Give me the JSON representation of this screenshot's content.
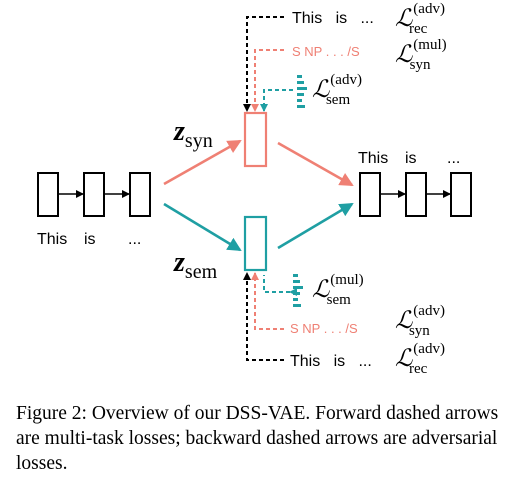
{
  "colors": {
    "syntax": "#ef8074",
    "semantic": "#1f9fa3",
    "ink": "#000000"
  },
  "input_words": [
    "This",
    "is",
    "..."
  ],
  "output_words": [
    "This",
    "is",
    "..."
  ],
  "latent": {
    "syn": {
      "symbol": "z",
      "subscript": "syn"
    },
    "sem": {
      "symbol": "z",
      "subscript": "sem"
    }
  },
  "losses": {
    "top_rec": {
      "text": "This   is   ...",
      "symbol": "ℒ",
      "sub": "rec",
      "sup": "(adv)"
    },
    "top_syn": {
      "text": "S NP . . . /S",
      "symbol": "ℒ",
      "sub": "syn",
      "sup": "(mul)"
    },
    "top_sem": {
      "symbol": "ℒ",
      "sub": "sem",
      "sup": "(adv)"
    },
    "bot_sem": {
      "symbol": "ℒ",
      "sub": "sem",
      "sup": "(mul)"
    },
    "bot_syn": {
      "text": "S NP . . . /S",
      "symbol": "ℒ",
      "sub": "syn",
      "sup": "(adv)"
    },
    "bot_rec": {
      "text": "This   is   ...",
      "symbol": "ℒ",
      "sub": "rec",
      "sup": "(adv)"
    }
  },
  "caption": "Figure 2: Overview of our DSS-VAE. Forward dashed arrows are multi-task losses; backward dashed arrows are adversarial losses."
}
